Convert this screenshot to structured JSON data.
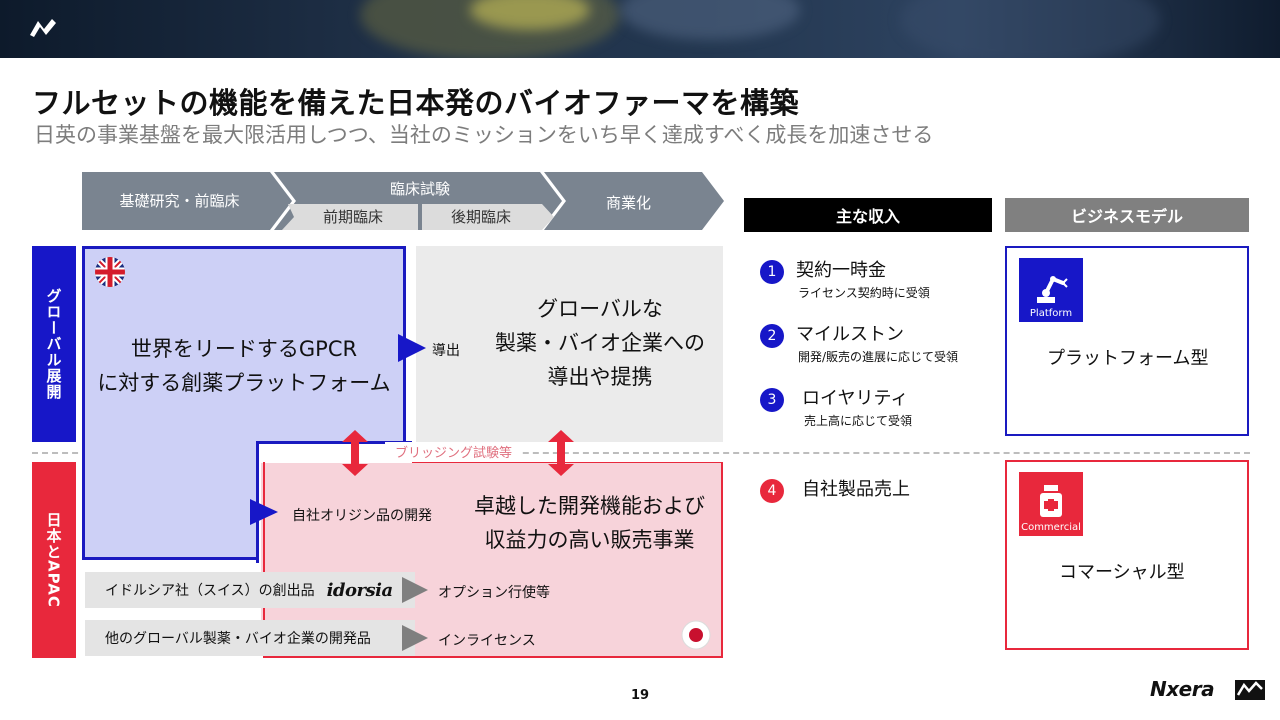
{
  "title": "フルセットの機能を備えた日本発のバイオファーマを構築",
  "subtitle": "日英の事業基盤を最大限活用しつつ、当社のミッションをいち早く達成すべく成長を加速させる",
  "phases": {
    "p1": "基礎研究・前臨床",
    "p2": "臨床試験",
    "p2a": "前期臨床",
    "p2b": "後期臨床",
    "p3": "商業化"
  },
  "headers": {
    "revenue": "主な収入",
    "model": "ビジネスモデル"
  },
  "regions": {
    "global": "グローバル展開",
    "japan": "日本とAPAC"
  },
  "blocks": {
    "platform_l1": "世界をリードするGPCR",
    "platform_l2": "に対する創薬プラットフォーム",
    "out_arrow": "導出",
    "partner_l1": "グローバルな",
    "partner_l2": "製薬・バイオ企業への",
    "partner_l3": "導出や提携",
    "bridging": "ブリッジング試験等",
    "in_arrow": "自社オリジン品の開発",
    "jp_l1": "卓越した開発機能および",
    "jp_l2": "収益力の高い販売事業",
    "idorsia_row": "イドルシア社（スイス）の創出品",
    "idorsia_logo": "idorsia",
    "option": "オプション行使等",
    "global_row": "他のグローバル製薬・バイオ企業の開発品",
    "inlicense": "インライセンス"
  },
  "revenue": [
    {
      "num": "1",
      "title": "契約一時金",
      "desc": "ライセンス契約時に受領"
    },
    {
      "num": "2",
      "title": "マイルストン",
      "desc": "開発/販売の進展に応じて受領"
    },
    {
      "num": "3",
      "title": "ロイヤリティ",
      "desc": "売上高に応じて受領"
    },
    {
      "num": "4",
      "title": "自社製品売上",
      "desc": ""
    }
  ],
  "models": {
    "platform_tag": "Platform",
    "platform_label": "プラットフォーム型",
    "commercial_tag": "Commercial",
    "commercial_label": "コマーシャル型"
  },
  "footer": {
    "page": "19",
    "brand": "Nxera"
  },
  "colors": {
    "blue": "#1717c8",
    "red": "#e8283c",
    "phase_gray": "#7a8490"
  }
}
